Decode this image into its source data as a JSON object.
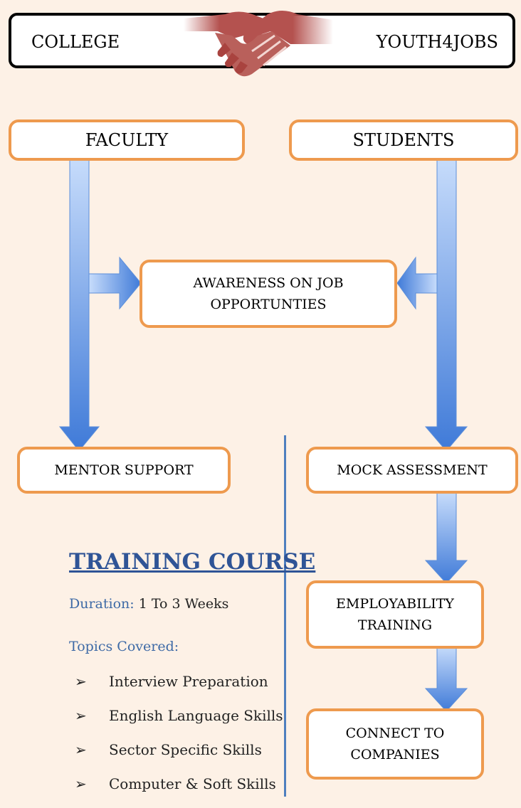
{
  "banner": {
    "left_label": "COLLEGE",
    "right_label": "YOUTH4JOBS",
    "icon": "handshake-icon"
  },
  "nodes": {
    "faculty": "FACULTY",
    "students": "STUDENTS",
    "awareness_line1": "AWARENESS ON JOB",
    "awareness_line2": "OPPORTUNTIES",
    "mentor": "MENTOR SUPPORT",
    "mock": "MOCK ASSESSMENT",
    "employability_line1": "EMPLOYABILITY",
    "employability_line2": "TRAINING",
    "connect_line1": "CONNECT TO",
    "connect_line2": "COMPANIES"
  },
  "course": {
    "heading": "TRAINING COURSE",
    "duration_label": "Duration:",
    "duration_value": "1 To 3 Weeks",
    "topics_label": "Topics Covered:",
    "bullet": "➢",
    "topics": [
      "Interview Preparation",
      "English Language Skills",
      "Sector Specific Skills",
      "Computer & Soft Skills"
    ]
  },
  "colors": {
    "background": "#fdf1e6",
    "box_border": "#ee9a4e",
    "arrow": "#6a9be0",
    "heading": "#2f5496",
    "divider": "#4f7fbf"
  }
}
